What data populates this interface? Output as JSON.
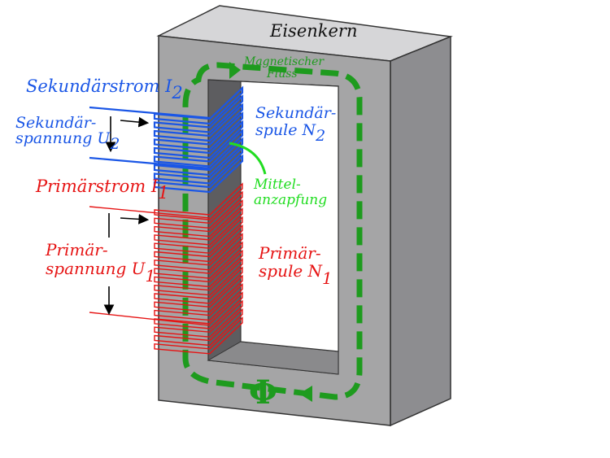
{
  "core": {
    "label": "Eisenkern",
    "colors": {
      "front": "#a5a5a6",
      "top": "#d6d6d8",
      "side": "#8d8d90",
      "window": "#ffffff",
      "hole_shadow": "#5d5d60",
      "hole_edge": "#8a8a8c"
    }
  },
  "flux": {
    "label_line1": "Magnetischer",
    "label_line2": "Fluss",
    "symbol": "Φ",
    "color": "#1e9b1e"
  },
  "secondary": {
    "color": "#1a56e6",
    "current_label": "Sekundärstrom I",
    "current_sub": "2",
    "voltage_line1": "Sekundär-",
    "voltage_line2": "spannung U",
    "voltage_sub": "2",
    "coil_line1": "Sekundär-",
    "coil_line2": "spule N",
    "coil_sub": "2"
  },
  "primary": {
    "color": "#e61414",
    "current_label": "Primärstrom I",
    "current_sub": "1",
    "voltage_line1": "Primär-",
    "voltage_line2": "spannung U",
    "voltage_sub": "1",
    "coil_line1": "Primär-",
    "coil_line2": "spule N",
    "coil_sub": "1"
  },
  "center_tap": {
    "line1": "Mittel-",
    "line2": "anzapfung",
    "color": "#22dd22"
  }
}
